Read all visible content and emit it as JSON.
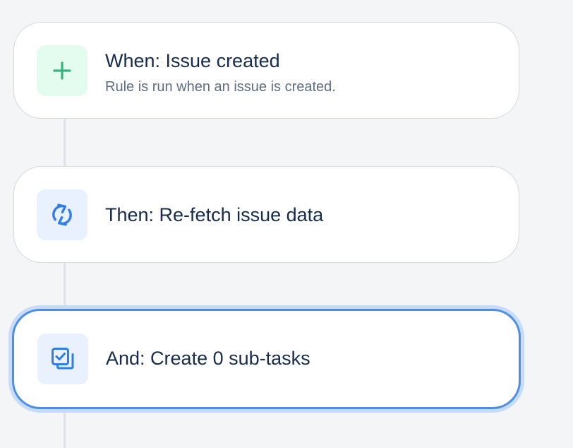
{
  "steps": [
    {
      "title": "When: Issue created",
      "subtitle": "Rule is run when an issue is created.",
      "icon": "plus-icon",
      "icon_color": "#36b37e",
      "icon_bg": "#e3fcef"
    },
    {
      "title": "Then: Re-fetch issue data",
      "icon": "refresh-icon",
      "icon_color": "#2f7ee6",
      "icon_bg": "#e8f1fd"
    },
    {
      "title": "And: Create 0 sub-tasks",
      "icon": "subtasks-icon",
      "icon_color": "#2f7ee6",
      "icon_bg": "#e8f1fd",
      "selected": true
    }
  ],
  "colors": {
    "background": "#f4f5f7",
    "card": "#ffffff",
    "card_border": "#d5d8dd",
    "selected_border": "#4c8ee6",
    "selected_glow": "#c7dcfb",
    "title_text": "#172b4d",
    "subtitle_text": "#5e6c84",
    "connector": "#dfe1e6"
  }
}
